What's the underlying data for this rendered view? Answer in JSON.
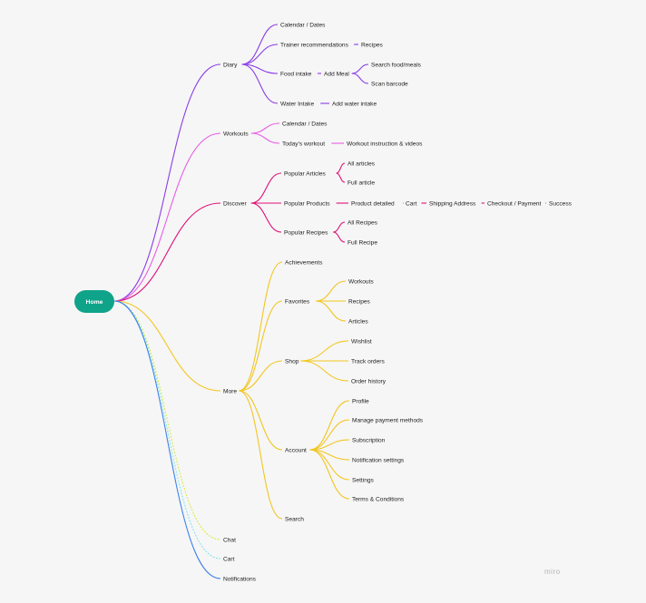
{
  "root": {
    "label": "Home",
    "color": "#0fa38a"
  },
  "watermark": "miro",
  "branches": [
    {
      "id": "diary",
      "label": "Diary",
      "color": "#8b3ee6",
      "children": [
        {
          "id": "diary-calendar",
          "label": "Calendar / Dates"
        },
        {
          "id": "diary-trainer",
          "label": "Trainer recommendations",
          "children": [
            {
              "id": "diary-recipes",
              "label": "Recipes"
            }
          ]
        },
        {
          "id": "diary-food",
          "label": "Food intake",
          "children": [
            {
              "id": "diary-add-meal",
              "label": "Add Meal",
              "children": [
                {
                  "id": "diary-search-food",
                  "label": "Search food/meals"
                },
                {
                  "id": "diary-scan",
                  "label": "Scan barcode"
                }
              ]
            }
          ]
        },
        {
          "id": "diary-water",
          "label": "Water Intake",
          "children": [
            {
              "id": "diary-add-water",
              "label": "Add water intake"
            }
          ]
        }
      ]
    },
    {
      "id": "workouts",
      "label": "Workouts",
      "color": "#e85ce6",
      "children": [
        {
          "id": "workouts-calendar",
          "label": "Calendar / Dates"
        },
        {
          "id": "workouts-today",
          "label": "Today's workout",
          "children": [
            {
              "id": "workouts-instruction",
              "label": "Workout instruction & videos"
            }
          ]
        }
      ]
    },
    {
      "id": "discover",
      "label": "Discover",
      "color": "#e0107a",
      "children": [
        {
          "id": "discover-articles",
          "label": "Popular Articles",
          "children": [
            {
              "id": "discover-all-articles",
              "label": "All articles"
            },
            {
              "id": "discover-full-article",
              "label": "Full article"
            }
          ]
        },
        {
          "id": "discover-products",
          "label": "Popular Products",
          "children": [
            {
              "id": "discover-product-detailed",
              "label": "Product detailed",
              "children": [
                {
                  "id": "discover-cart",
                  "label": "Cart",
                  "children": [
                    {
                      "id": "discover-shipping",
                      "label": "Shipping Address",
                      "children": [
                        {
                          "id": "discover-checkout",
                          "label": "Checkout / Payment",
                          "children": [
                            {
                              "id": "discover-success",
                              "label": "Success"
                            }
                          ]
                        }
                      ]
                    }
                  ]
                }
              ]
            }
          ]
        },
        {
          "id": "discover-recipes",
          "label": "Popular Recipes",
          "children": [
            {
              "id": "discover-all-recipes",
              "label": "All Recipes"
            },
            {
              "id": "discover-full-recipe",
              "label": "Full Recipe"
            }
          ]
        }
      ]
    },
    {
      "id": "more",
      "label": "More",
      "color": "#f2c61f",
      "children": [
        {
          "id": "more-achievements",
          "label": "Achievements"
        },
        {
          "id": "more-favorites",
          "label": "Favorites",
          "children": [
            {
              "id": "more-fav-workouts",
              "label": "Workouts"
            },
            {
              "id": "more-fav-recipes",
              "label": "Recipes"
            },
            {
              "id": "more-fav-articles",
              "label": "Articles"
            }
          ]
        },
        {
          "id": "more-shop",
          "label": "Shop",
          "children": [
            {
              "id": "more-wishlist",
              "label": "Wishlist"
            },
            {
              "id": "more-track",
              "label": "Track orders"
            },
            {
              "id": "more-history",
              "label": "Order history"
            }
          ]
        },
        {
          "id": "more-account",
          "label": "Account",
          "children": [
            {
              "id": "more-profile",
              "label": "Profile"
            },
            {
              "id": "more-payment",
              "label": "Manage payment methods"
            },
            {
              "id": "more-subscription",
              "label": "Subscription"
            },
            {
              "id": "more-notification-settings",
              "label": "Notification settings"
            },
            {
              "id": "more-settings",
              "label": "Settings"
            },
            {
              "id": "more-terms",
              "label": "Terms & Conditions"
            }
          ]
        },
        {
          "id": "more-search",
          "label": "Search"
        }
      ]
    },
    {
      "id": "chat",
      "label": "Chat",
      "color": "#d7ea3a"
    },
    {
      "id": "cart",
      "label": "Cart",
      "color": "#7ee0ee"
    },
    {
      "id": "notifications",
      "label": "Notifications",
      "color": "#3d82ea"
    }
  ]
}
